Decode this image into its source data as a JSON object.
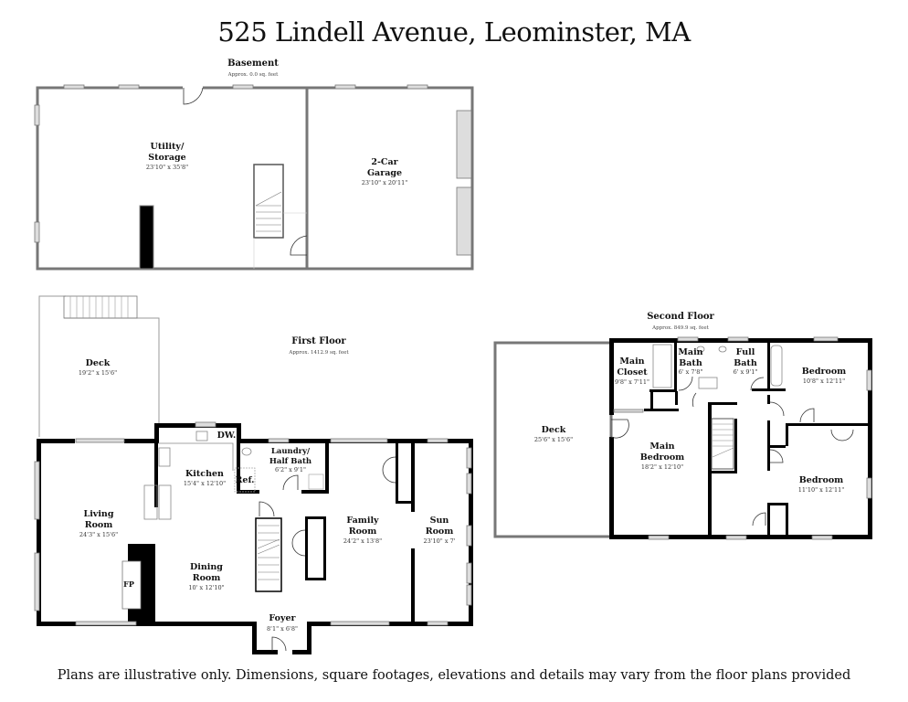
{
  "title": "525 Lindell Avenue, Leominster, MA",
  "footer": "Plans are illustrative only. Dimensions, square footages, elevations and details may vary from the floor plans provided",
  "basement": {
    "name": "Basement",
    "area": "Approx. 0.0 sq. feet",
    "rooms": [
      {
        "name1": "Utility/",
        "name2": "Storage",
        "dims": "23'10\" x 35'8\""
      },
      {
        "name1": "2-Car",
        "name2": "Garage",
        "dims": "23'10\" x 20'11\""
      }
    ]
  },
  "first_floor": {
    "name": "First Floor",
    "area": "Approx. 1412.9 sq. feet",
    "rooms": [
      {
        "name1": "Deck",
        "dims": "19'2\" x 15'6\""
      },
      {
        "name1": "Kitchen",
        "dims": "15'4\" x 12'10\""
      },
      {
        "name1": "Laundry/",
        "name2": "Half Bath",
        "dims": "6'2\" x 9'1\""
      },
      {
        "name1": "Living",
        "name2": "Room",
        "dims": "24'3\" x 15'6\""
      },
      {
        "name1": "Dining",
        "name2": "Room",
        "dims": "10' x 12'10\""
      },
      {
        "name1": "Family",
        "name2": "Room",
        "dims": "24'2\" x 13'8\""
      },
      {
        "name1": "Sun",
        "name2": "Room",
        "dims": "23'10\" x 7'"
      },
      {
        "name1": "Foyer",
        "dims": "8'1\" x 6'8\""
      }
    ],
    "labels": {
      "dw": "DW.",
      "ref": "Ref.",
      "fp": "FP"
    }
  },
  "second_floor": {
    "name": "Second Floor",
    "area": "Approx. 849.9 sq. feet",
    "rooms": [
      {
        "name1": "Deck",
        "dims": "25'6\" x 15'6\""
      },
      {
        "name1": "Main",
        "name2": "Closet",
        "dims": "9'8\" x 7'11\""
      },
      {
        "name1": "Main",
        "name2": "Bath",
        "dims": "6' x 7'8\""
      },
      {
        "name1": "Full",
        "name2": "Bath",
        "dims": "6' x 9'1\""
      },
      {
        "name1": "Bedroom",
        "dims": "10'8\" x 12'11\""
      },
      {
        "name1": "Main",
        "name2": "Bedroom",
        "dims": "18'2\" x 12'10\""
      },
      {
        "name1": "Bedroom",
        "dims": "11'10\" x 12'11\""
      }
    ]
  }
}
